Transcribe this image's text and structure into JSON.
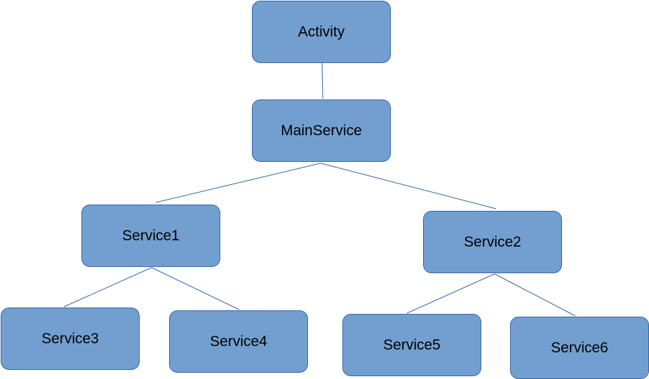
{
  "diagram": {
    "fill_color": "#729fcf",
    "border_color": "#3465a4",
    "line_color": "#3465a4",
    "nodes": {
      "activity": "Activity",
      "main_service": "MainService",
      "service1": "Service1",
      "service2": "Service2",
      "service3": "Service3",
      "service4": "Service4",
      "service5": "Service5",
      "service6": "Service6"
    },
    "edges": [
      [
        "activity",
        "main_service"
      ],
      [
        "main_service",
        "service1"
      ],
      [
        "main_service",
        "service2"
      ],
      [
        "service1",
        "service3"
      ],
      [
        "service1",
        "service4"
      ],
      [
        "service2",
        "service5"
      ],
      [
        "service2",
        "service6"
      ]
    ]
  }
}
